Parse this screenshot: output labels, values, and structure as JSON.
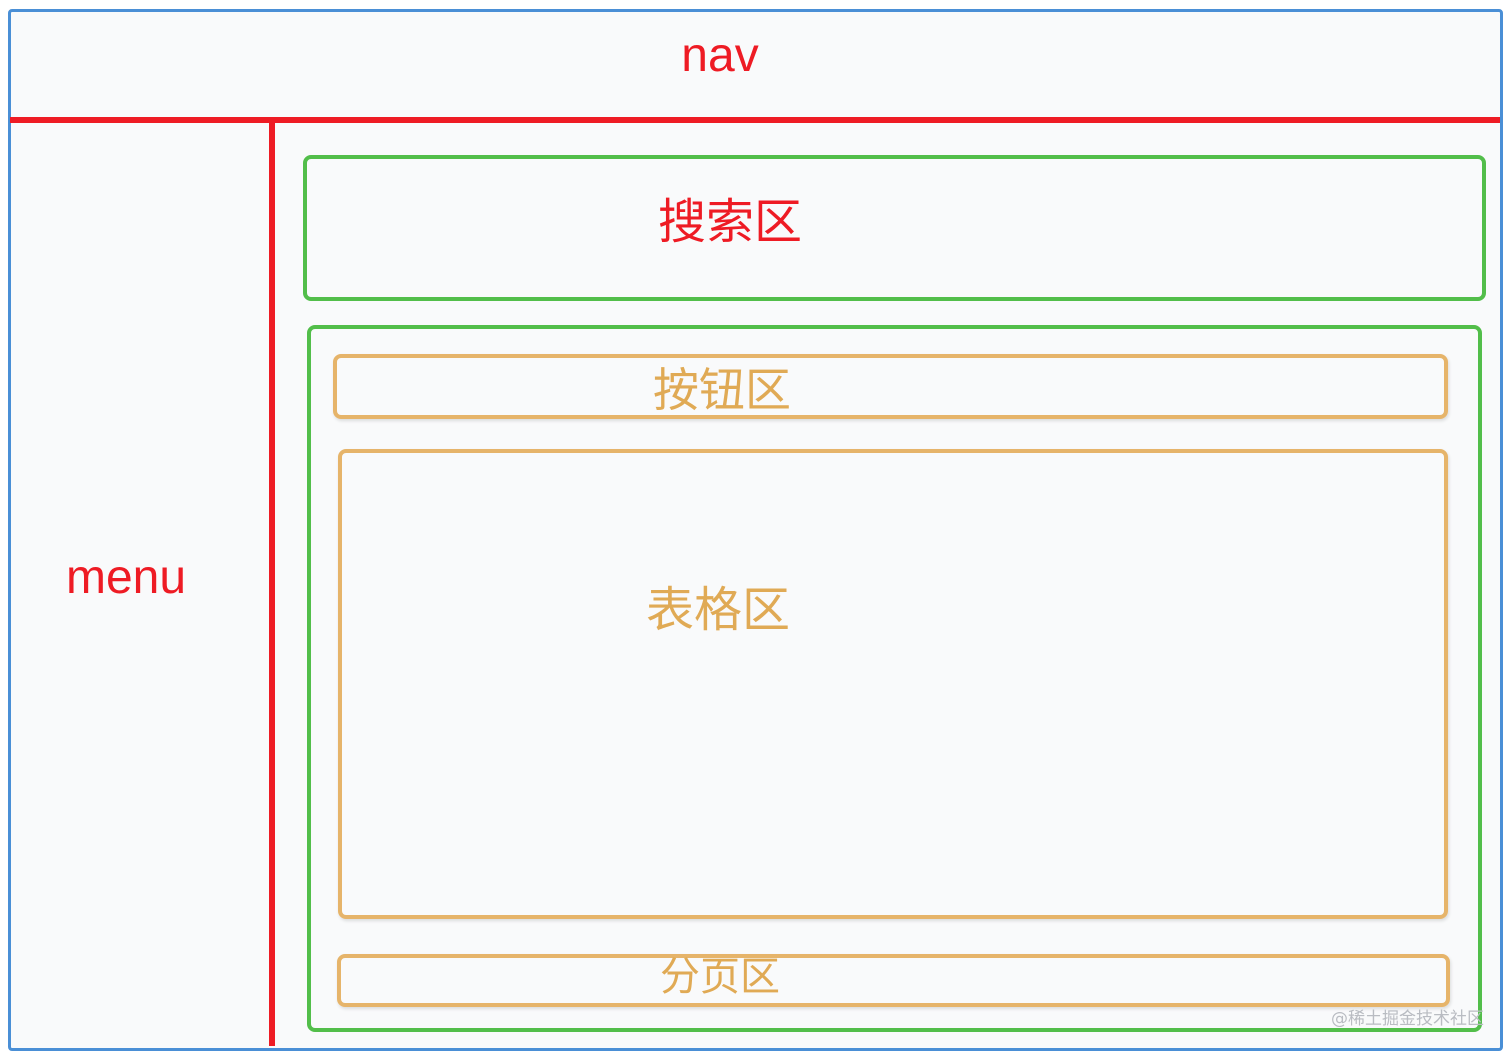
{
  "diagram": {
    "nav_label": "nav",
    "menu_label": "menu",
    "search_area_label": "搜索区",
    "button_area_label": "按钮区",
    "table_area_label": "表格区",
    "pagination_area_label": "分页区",
    "watermark": "@稀土掘金技术社区"
  },
  "colors": {
    "outer_border": "#4a8fd6",
    "divider": "#ee1b24",
    "section_border": "#52be4a",
    "subsection_border": "#e6b46a",
    "label_red": "#ee1b24",
    "label_orange": "#e0aa55"
  }
}
